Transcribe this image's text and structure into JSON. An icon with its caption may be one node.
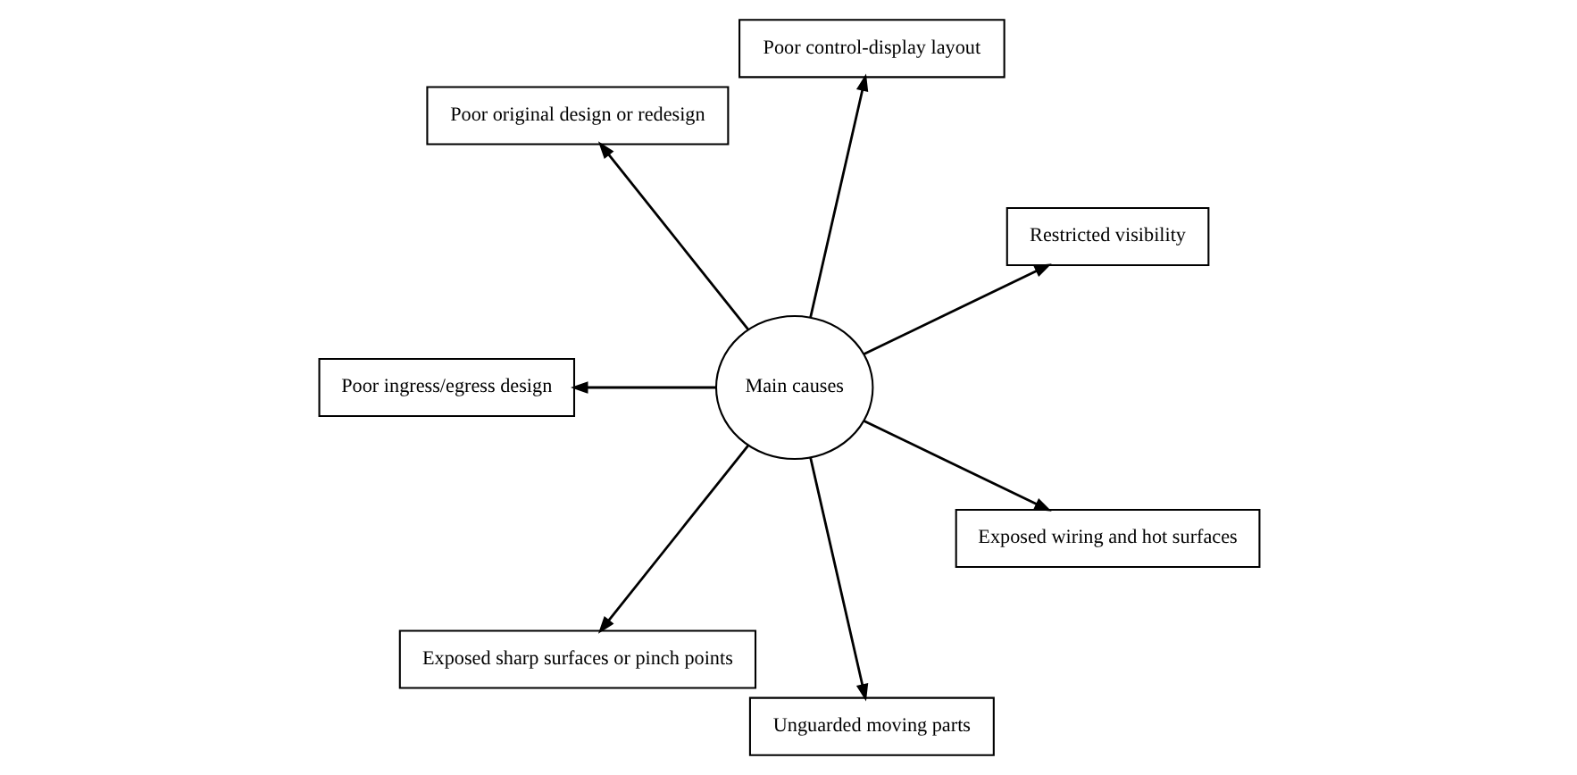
{
  "diagram": {
    "nodes": [
      {
        "text": [
          "Restricted visibility"
        ]
      },
      {
        "text": [
          "Poor control-display layout"
        ]
      },
      {
        "text": [
          "Poor original design or redesign"
        ]
      },
      {
        "text": [
          "Poor ingress/egress design"
        ]
      },
      {
        "text": [
          "Main causes"
        ]
      },
      {
        "text": [
          "Exposed sharp surfaces or pinch points"
        ]
      },
      {
        "text": [
          "Unguarded moving parts"
        ]
      },
      {
        "text": [
          "Exposed wiring and hot surfaces"
        ]
      }
    ],
    "edges": [
      {
        "from": 4,
        "to": 0,
        "arrow": "to"
      },
      {
        "from": 4,
        "to": 1,
        "arrow": "to"
      },
      {
        "from": 4,
        "to": 2,
        "arrow": "to"
      },
      {
        "from": 4,
        "to": 3,
        "arrow": "to"
      },
      {
        "from": 4,
        "to": 5,
        "arrow": "to"
      },
      {
        "from": 4,
        "to": 6,
        "arrow": "to"
      },
      {
        "from": 4,
        "to": 7,
        "arrow": "to"
      }
    ]
  }
}
